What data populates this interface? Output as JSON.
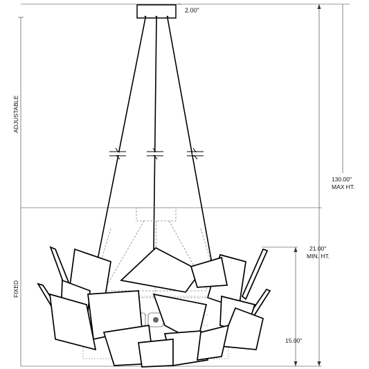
{
  "dimensions": {
    "canopy_width": "2.00\"",
    "max_height_value": "130.00\"",
    "max_height_label": "MAX HT.",
    "min_height_value": "21.00\"",
    "min_height_label": "MIN. HT.",
    "fixture_height": "15.00\""
  },
  "zones": {
    "adjustable": "ADJUSTABLE",
    "fixed": "FIXED"
  }
}
